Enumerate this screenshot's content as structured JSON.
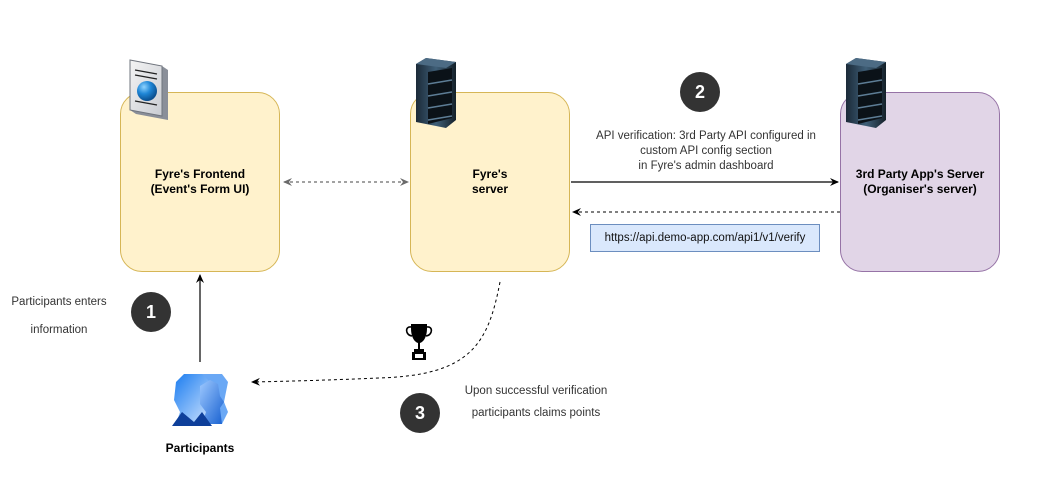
{
  "nodes": {
    "frontend": {
      "label": "Fyre's Frontend\n(Event's Form UI)",
      "icon": "web-page-globe-icon",
      "fill": "#fff2cc",
      "stroke": "#d6b656"
    },
    "fyre_server": {
      "label": "Fyre's\nserver",
      "icon": "server-rack-icon",
      "fill": "#fff2cc",
      "stroke": "#d6b656"
    },
    "third_party": {
      "label": "3rd Party App's Server\n(Organiser's server)",
      "icon": "server-rack-icon",
      "fill": "#e1d5e7",
      "stroke": "#9673a6"
    },
    "participants": {
      "label": "Participants",
      "icon": "users-group-icon"
    }
  },
  "steps": [
    {
      "number": "1",
      "text": "Participants enters\ninformation"
    },
    {
      "number": "2",
      "text": "API verification: 3rd Party API configured in\ncustom API config section\nin Fyre's admin dashboard"
    },
    {
      "number": "3",
      "text": "Upon successful verification\nparticipants claims points"
    }
  ],
  "api_url": "https://api.demo-app.com/api1/v1/verify",
  "reward_icon": "trophy-icon",
  "edges": [
    {
      "from": "participants",
      "to": "frontend",
      "style": "solid"
    },
    {
      "from": "frontend",
      "to": "fyre_server",
      "style": "dashed-bidirectional"
    },
    {
      "from": "fyre_server",
      "to": "third_party",
      "style": "solid"
    },
    {
      "from": "third_party",
      "to": "fyre_server",
      "style": "dashed"
    },
    {
      "from": "fyre_server",
      "to": "participants",
      "style": "dashed-curve"
    }
  ]
}
